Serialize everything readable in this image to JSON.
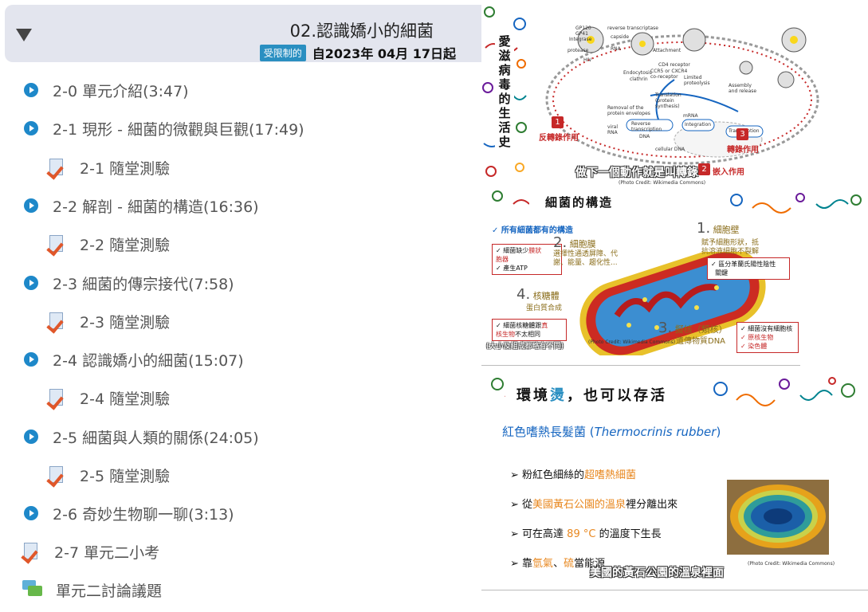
{
  "section": {
    "title": "02.認識嬌小的細菌",
    "restricted_badge": "受限制的",
    "restricted_text": "自2023年 04月 17日起"
  },
  "activities": [
    {
      "type": "video",
      "label": "2-0 單元介紹(3:47)"
    },
    {
      "type": "video",
      "label": "2-1 現形 - 細菌的微觀與巨觀(17:49)"
    },
    {
      "type": "quiz",
      "label": "2-1 隨堂測驗"
    },
    {
      "type": "video",
      "label": "2-2 解剖 - 細菌的構造(16:36)"
    },
    {
      "type": "quiz",
      "label": "2-2 隨堂測驗"
    },
    {
      "type": "video",
      "label": "2-3 細菌的傳宗接代(7:58)"
    },
    {
      "type": "quiz",
      "label": "2-3 隨堂測驗"
    },
    {
      "type": "video",
      "label": "2-4 認識嬌小的細菌(15:07)"
    },
    {
      "type": "quiz",
      "label": "2-4 隨堂測驗"
    },
    {
      "type": "video",
      "label": "2-5 細菌與人類的關係(24:05)"
    },
    {
      "type": "quiz",
      "label": "2-5 隨堂測驗"
    },
    {
      "type": "video",
      "label": "2-6 奇妙生物聊一聊(3:13)"
    },
    {
      "type": "quiz",
      "label": "2-7 單元二小考"
    },
    {
      "type": "forum",
      "label": "單元二討論議題"
    }
  ],
  "slide1": {
    "vertical_title": "愛滋病毒的生活史",
    "labels": [
      "GP120",
      "GP41",
      "Integrase",
      "protease",
      "HIV",
      "reverse transcriptase",
      "capside",
      "RNA",
      "Attachment",
      "CD4 receptor",
      "CCR5 or CXCR4 co-receptor",
      "Endocytosis",
      "clathrin",
      "Limited proteolysis",
      "Assembly and release",
      "Removal of the protein envelopes",
      "Translation (protein synthesis)",
      "Reverse transcription",
      "Integration",
      "Transcription",
      "mRNA",
      "viral RNA",
      "DNA",
      "cellular DNA"
    ],
    "step1_num": "1",
    "step1": "反轉錄作用",
    "step2_num": "2",
    "step2": "嵌入作用",
    "step3_num": "3",
    "step3": "轉錄作用",
    "caption": "做下一個動作就是叫轉錄",
    "credit": "(Photo Credit: Wikimedia Commons)"
  },
  "slide2": {
    "title": "細菌的構造",
    "all_have": "✓ 所有細菌都有的構造",
    "box1_line1a": "✓ 細菌缺少",
    "box1_line1b": "膜狀",
    "box1_line2": "胞器",
    "box1_line3": "✓ 產生ATP",
    "n1": "1.",
    "n1_label": "細胞壁",
    "n1_desc1": "賦予細胞形狀，抵",
    "n1_desc2": "抗溶液細胞不裂解",
    "box2": "✓ 區分革蘭氏陽性陰性",
    "box2b": "關鍵",
    "n2": "2.",
    "n2_label": "細胞膜",
    "n2_desc1": "選擇性通透屏障、代",
    "n2_desc2": "謝、能量、趨化性...",
    "n4": "4.",
    "n4_label": "核糖體",
    "n4_desc": "蛋白質合成",
    "box3_a": "✓ 細菌核糖體跟",
    "box3_b": "真",
    "box3_c": "核生物",
    "box3_d": "不太相同",
    "box3_note": "(大小及組成都略有不同)",
    "n3": "3.",
    "n3_label": "擬核（類核）",
    "n3_desc": "遺傳物質DNA",
    "box4_1": "✓ 細菌沒有細胞核",
    "box4_2": "✓ 原核生物",
    "box4_3": "✓ 染色體",
    "credit": "(Photo Credit: Wikimedia Commons)"
  },
  "slide3": {
    "title": "環境",
    "title_hl": "燙",
    "title_rest": "，也可以存活",
    "subtitle": "紅色嗜熱長髮菌 (",
    "subtitle_it": "Thermocrinis rubber",
    "subtitle_end": ")",
    "b1a": "粉紅色細絲的",
    "b1b": "超嗜熱細菌",
    "b2a": "從",
    "b2b": "美國黃石公園的溫泉",
    "b2c": "裡分離出來",
    "b3a": "可在高達 ",
    "b3b": "89 °C",
    "b3c": " 的溫度下生長",
    "b4a": "靠",
    "b4b": "氫氣",
    "b4c": "、",
    "b4d": "硫",
    "b4e": "當能源",
    "credit": "(Photo Credit: Wikimedia Commons)",
    "caption": "美國的黃石公園的溫泉裡面"
  },
  "colors": {
    "accent": "#1e88c9",
    "header_bg": "#e3e5ee",
    "badge": "#2a8fc1",
    "red": "#c62828",
    "orange": "#e8871e"
  }
}
